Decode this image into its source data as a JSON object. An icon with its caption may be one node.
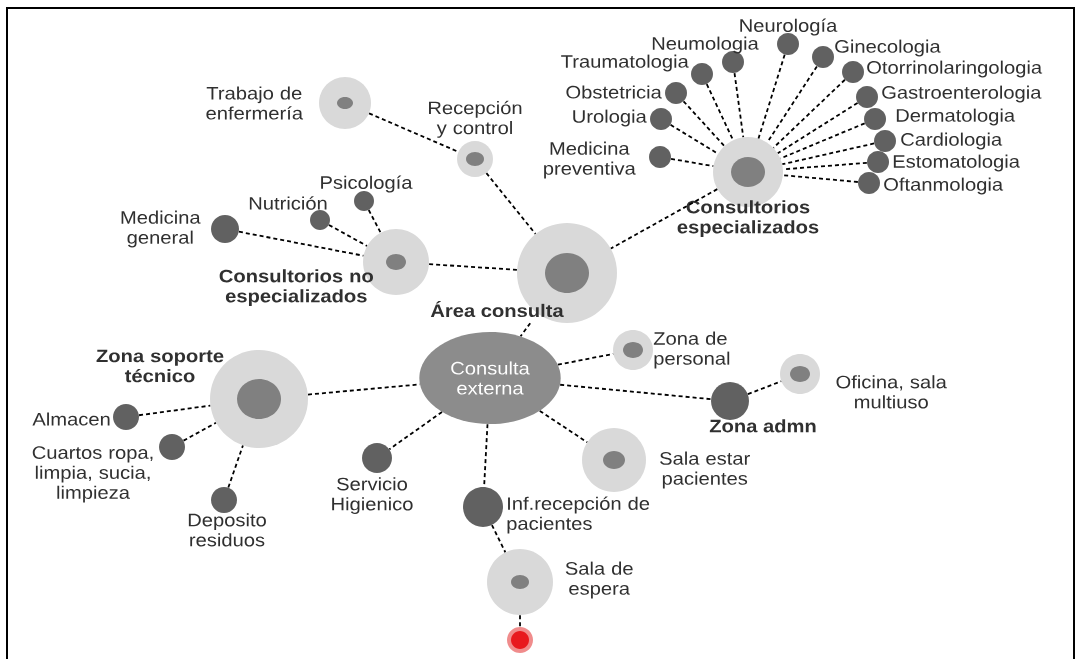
{
  "diagram": {
    "nodes": [
      {
        "text": [
          "Trabajo de enfermería"
        ]
      },
      {
        "text": [
          "Recepción y control"
        ]
      },
      {
        "text": [
          "Consultorios no especializados"
        ]
      },
      {
        "text": [
          "Medicina general"
        ]
      },
      {
        "text": [
          "Nutrición"
        ]
      },
      {
        "text": [
          "Psicología"
        ]
      },
      {
        "text": [
          "Área consulta"
        ]
      },
      {
        "text": [
          "Consultorios especializados"
        ]
      },
      {
        "text": [
          "Medicina preventiva"
        ]
      },
      {
        "text": [
          "Urologia"
        ]
      },
      {
        "text": [
          "Obstetricia"
        ]
      },
      {
        "text": [
          "Traumatologia"
        ]
      },
      {
        "text": [
          "Neumologia"
        ]
      },
      {
        "text": [
          "Neurología"
        ]
      },
      {
        "text": [
          "Ginecologia"
        ]
      },
      {
        "text": [
          "Otorrinolaringologia"
        ]
      },
      {
        "text": [
          "Gastroenterologia"
        ]
      },
      {
        "text": [
          "Dermatologia"
        ]
      },
      {
        "text": [
          "Cardiologia"
        ]
      },
      {
        "text": [
          "Estomatologia"
        ]
      },
      {
        "text": [
          "Oftanmologia"
        ]
      },
      {
        "text": [
          "Zona soporte técnico"
        ]
      },
      {
        "text": [
          "Almacen"
        ]
      },
      {
        "text": [
          "Cuartos ropa, limpia, sucia, limpieza"
        ]
      },
      {
        "text": [
          "Deposito residuos"
        ]
      },
      {
        "text": [
          "Consulta externa"
        ]
      },
      {
        "text": [
          "Zona de personal"
        ]
      },
      {
        "text": [
          "Zona admn"
        ]
      },
      {
        "text": [
          "Oficina, sala multiuso"
        ]
      },
      {
        "text": [
          "Servicio Higienico"
        ]
      },
      {
        "text": [
          "Sala estar pacientes"
        ]
      },
      {
        "text": [
          "Inf.recepción de pacientes"
        ]
      },
      {
        "text": [
          "Sala de espera"
        ]
      },
      {
        "text": [],
        "shape": "circle"
      }
    ],
    "edges": [
      {
        "from": 0,
        "to": 1,
        "arrow": "none"
      },
      {
        "from": 1,
        "to": 6,
        "arrow": "none"
      },
      {
        "from": 3,
        "to": 2,
        "arrow": "none"
      },
      {
        "from": 4,
        "to": 2,
        "arrow": "none"
      },
      {
        "from": 5,
        "to": 2,
        "arrow": "none"
      },
      {
        "from": 2,
        "to": 6,
        "arrow": "none"
      },
      {
        "from": 8,
        "to": 7,
        "arrow": "none"
      },
      {
        "from": 9,
        "to": 7,
        "arrow": "none"
      },
      {
        "from": 10,
        "to": 7,
        "arrow": "none"
      },
      {
        "from": 11,
        "to": 7,
        "arrow": "none"
      },
      {
        "from": 12,
        "to": 7,
        "arrow": "none"
      },
      {
        "from": 13,
        "to": 7,
        "arrow": "none"
      },
      {
        "from": 14,
        "to": 7,
        "arrow": "none"
      },
      {
        "from": 15,
        "to": 7,
        "arrow": "none"
      },
      {
        "from": 16,
        "to": 7,
        "arrow": "none"
      },
      {
        "from": 17,
        "to": 7,
        "arrow": "none"
      },
      {
        "from": 18,
        "to": 7,
        "arrow": "none"
      },
      {
        "from": 19,
        "to": 7,
        "arrow": "none"
      },
      {
        "from": 20,
        "to": 7,
        "arrow": "none"
      },
      {
        "from": 7,
        "to": 6,
        "arrow": "none"
      },
      {
        "from": 6,
        "to": 25,
        "arrow": "none"
      },
      {
        "from": 21,
        "to": 25,
        "arrow": "none"
      },
      {
        "from": 22,
        "to": 21,
        "arrow": "none"
      },
      {
        "from": 23,
        "to": 21,
        "arrow": "none"
      },
      {
        "from": 24,
        "to": 21,
        "arrow": "none"
      },
      {
        "from": 25,
        "to": 26,
        "arrow": "none"
      },
      {
        "from": 25,
        "to": 27,
        "arrow": "none"
      },
      {
        "from": 27,
        "to": 28,
        "arrow": "none"
      },
      {
        "from": 25,
        "to": 29,
        "arrow": "none"
      },
      {
        "from": 25,
        "to": 30,
        "arrow": "none"
      },
      {
        "from": 25,
        "to": 31,
        "arrow": "none"
      },
      {
        "from": 31,
        "to": 32,
        "arrow": "none"
      },
      {
        "from": 32,
        "to": 33,
        "arrow": "none"
      }
    ]
  }
}
